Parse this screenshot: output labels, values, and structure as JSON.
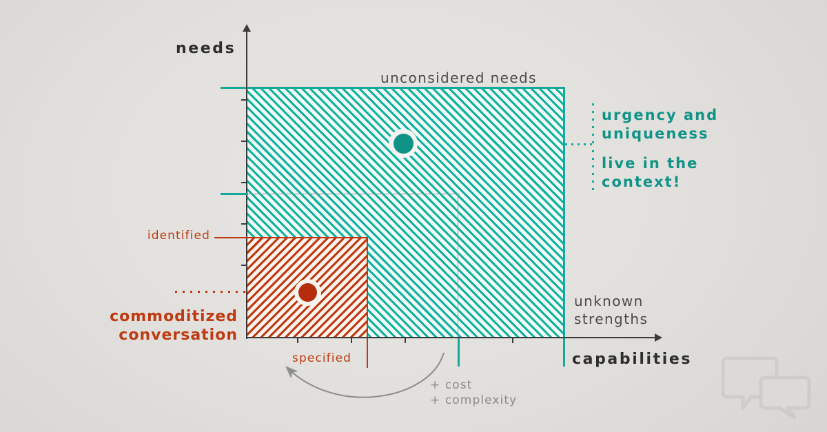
{
  "diagram": {
    "title_axes": {
      "y_axis_label": "needs",
      "x_axis_label": "capabilities"
    },
    "regions": {
      "teal": {
        "label": "unconsidered needs",
        "color": "#15a99a",
        "fill_color": "#12b2a0"
      },
      "red": {
        "label_line1": "commoditized",
        "label_line2": "conversation",
        "color": "#bd3b12",
        "fill_color": "#bd3b12"
      }
    },
    "axis_value_labels": {
      "y_identified": "identified",
      "x_specified": "specified"
    },
    "callouts": {
      "teal_top": "urgency and\nuniqueness",
      "teal_bottom": "live in the\ncontext!",
      "gray_unknown": "unknown\nstrengths",
      "gray_cost": "+ cost\n+ complexity"
    },
    "watermark": {
      "icon": "speech-bubbles-icon",
      "color": "#c9c7c3"
    }
  },
  "chart_data": {
    "type": "scatter",
    "title": "unconsidered needs",
    "xlabel": "capabilities",
    "ylabel": "needs",
    "grid": false,
    "legend": "none",
    "axis_ranges": {
      "x": [
        0,
        1
      ],
      "y": [
        0,
        1
      ]
    },
    "annotations": [
      "unconsidered needs",
      "urgency and uniqueness",
      "live in the context!",
      "commoditized conversation",
      "unknown strengths",
      "+ cost + complexity",
      "identified",
      "specified"
    ],
    "series": [
      {
        "name": "unconsidered needs",
        "color": "#0f9387",
        "points": [
          {
            "x": 0.49,
            "y": 0.78
          }
        ]
      },
      {
        "name": "commoditized conversation",
        "color": "#b52d0c",
        "points": [
          {
            "x": 0.19,
            "y": 0.19
          }
        ]
      }
    ],
    "regions": [
      {
        "name": "unconsidered needs",
        "color": "#12b2a0",
        "x0": 0.0,
        "x1": 1.0,
        "y0": 0.0,
        "y1": 1.0
      },
      {
        "name": "commoditized conversation",
        "color": "#bd3b12",
        "x0": 0.0,
        "x1": 0.38,
        "y0": 0.0,
        "y1": 0.41
      }
    ]
  }
}
